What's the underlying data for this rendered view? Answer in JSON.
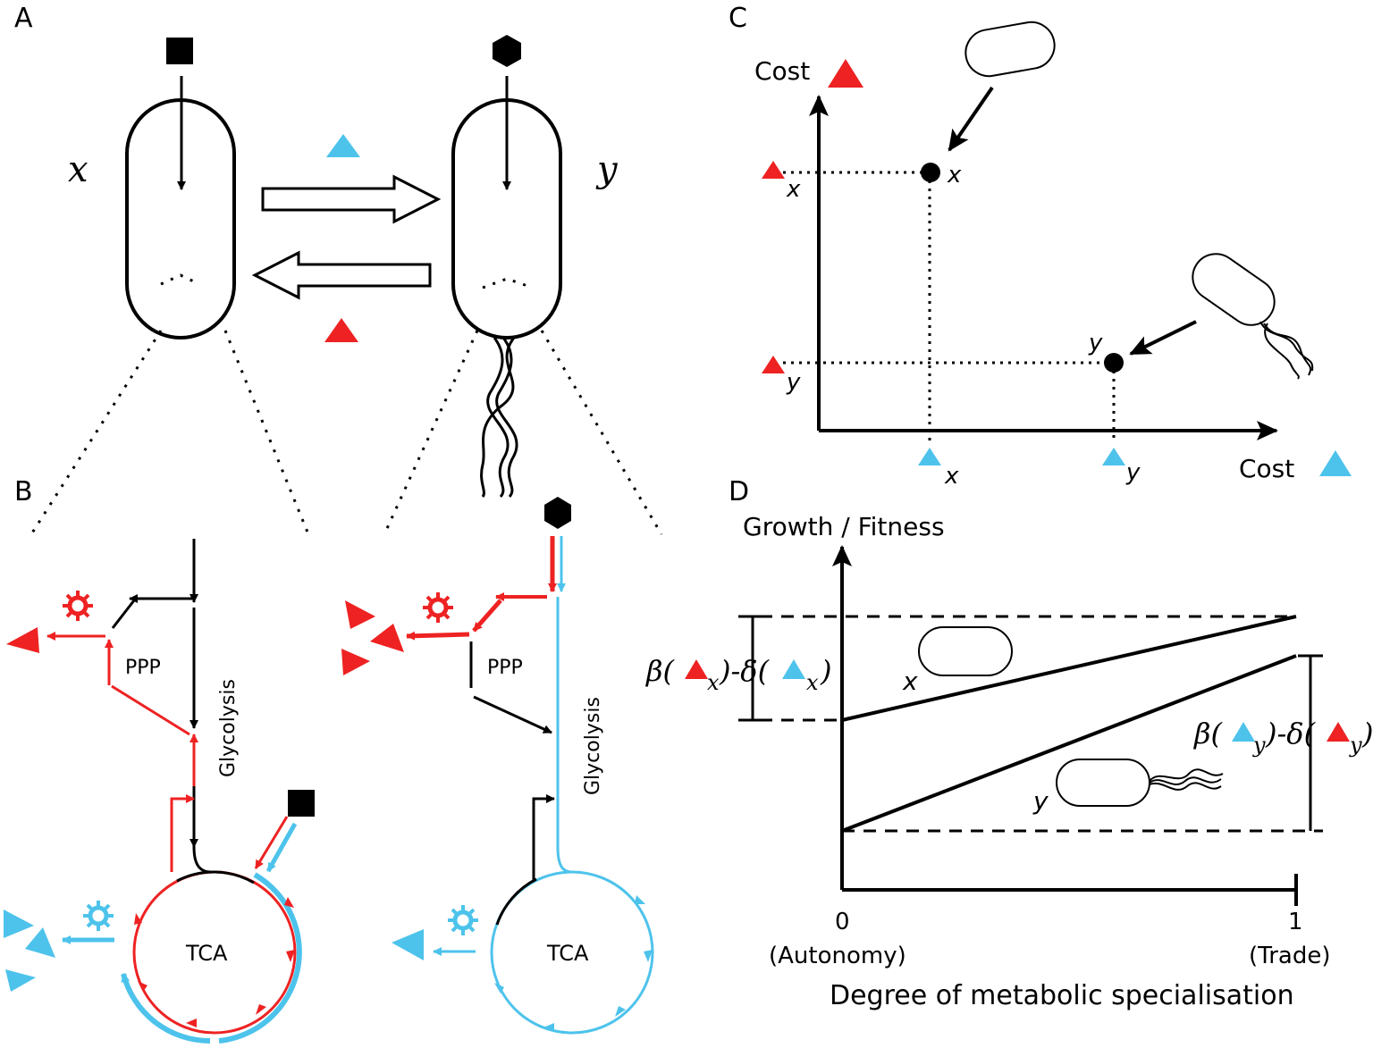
{
  "colors": {
    "red": "#ee2222",
    "blue": "#4dc3eb",
    "black": "#000000"
  },
  "panels": {
    "a": "A",
    "b": "B",
    "c": "C",
    "d": "D"
  },
  "panel_a": {
    "cell_x": "x",
    "cell_y": "y"
  },
  "panel_b": {
    "ppp": "PPP",
    "glycolysis": "Glycolysis",
    "tca": "TCA"
  },
  "panel_c": {
    "y_axis_label": "Cost",
    "x_axis_label": "Cost",
    "point_x": "x",
    "point_y": "y",
    "tick_y_x": "x",
    "tick_y_y": "y",
    "tick_x_x": "x",
    "tick_x_y": "y"
  },
  "panel_d": {
    "y_axis_label": "Growth / Fitness",
    "x_axis_label": "Degree of metabolic specialisation",
    "tick_0": "0",
    "tick_0_sub": "(Autonomy)",
    "tick_1": "1",
    "tick_1_sub": "(Trade)",
    "line_x": "x",
    "line_y": "y",
    "annot_x": {
      "beta": "β(",
      "x1": "x",
      "mid": ")-δ(",
      "x2": "x",
      "end": ")"
    },
    "annot_y": {
      "beta": "β(",
      "y1": "y",
      "mid": ")-δ(",
      "y2": "y",
      "end": ")"
    }
  }
}
